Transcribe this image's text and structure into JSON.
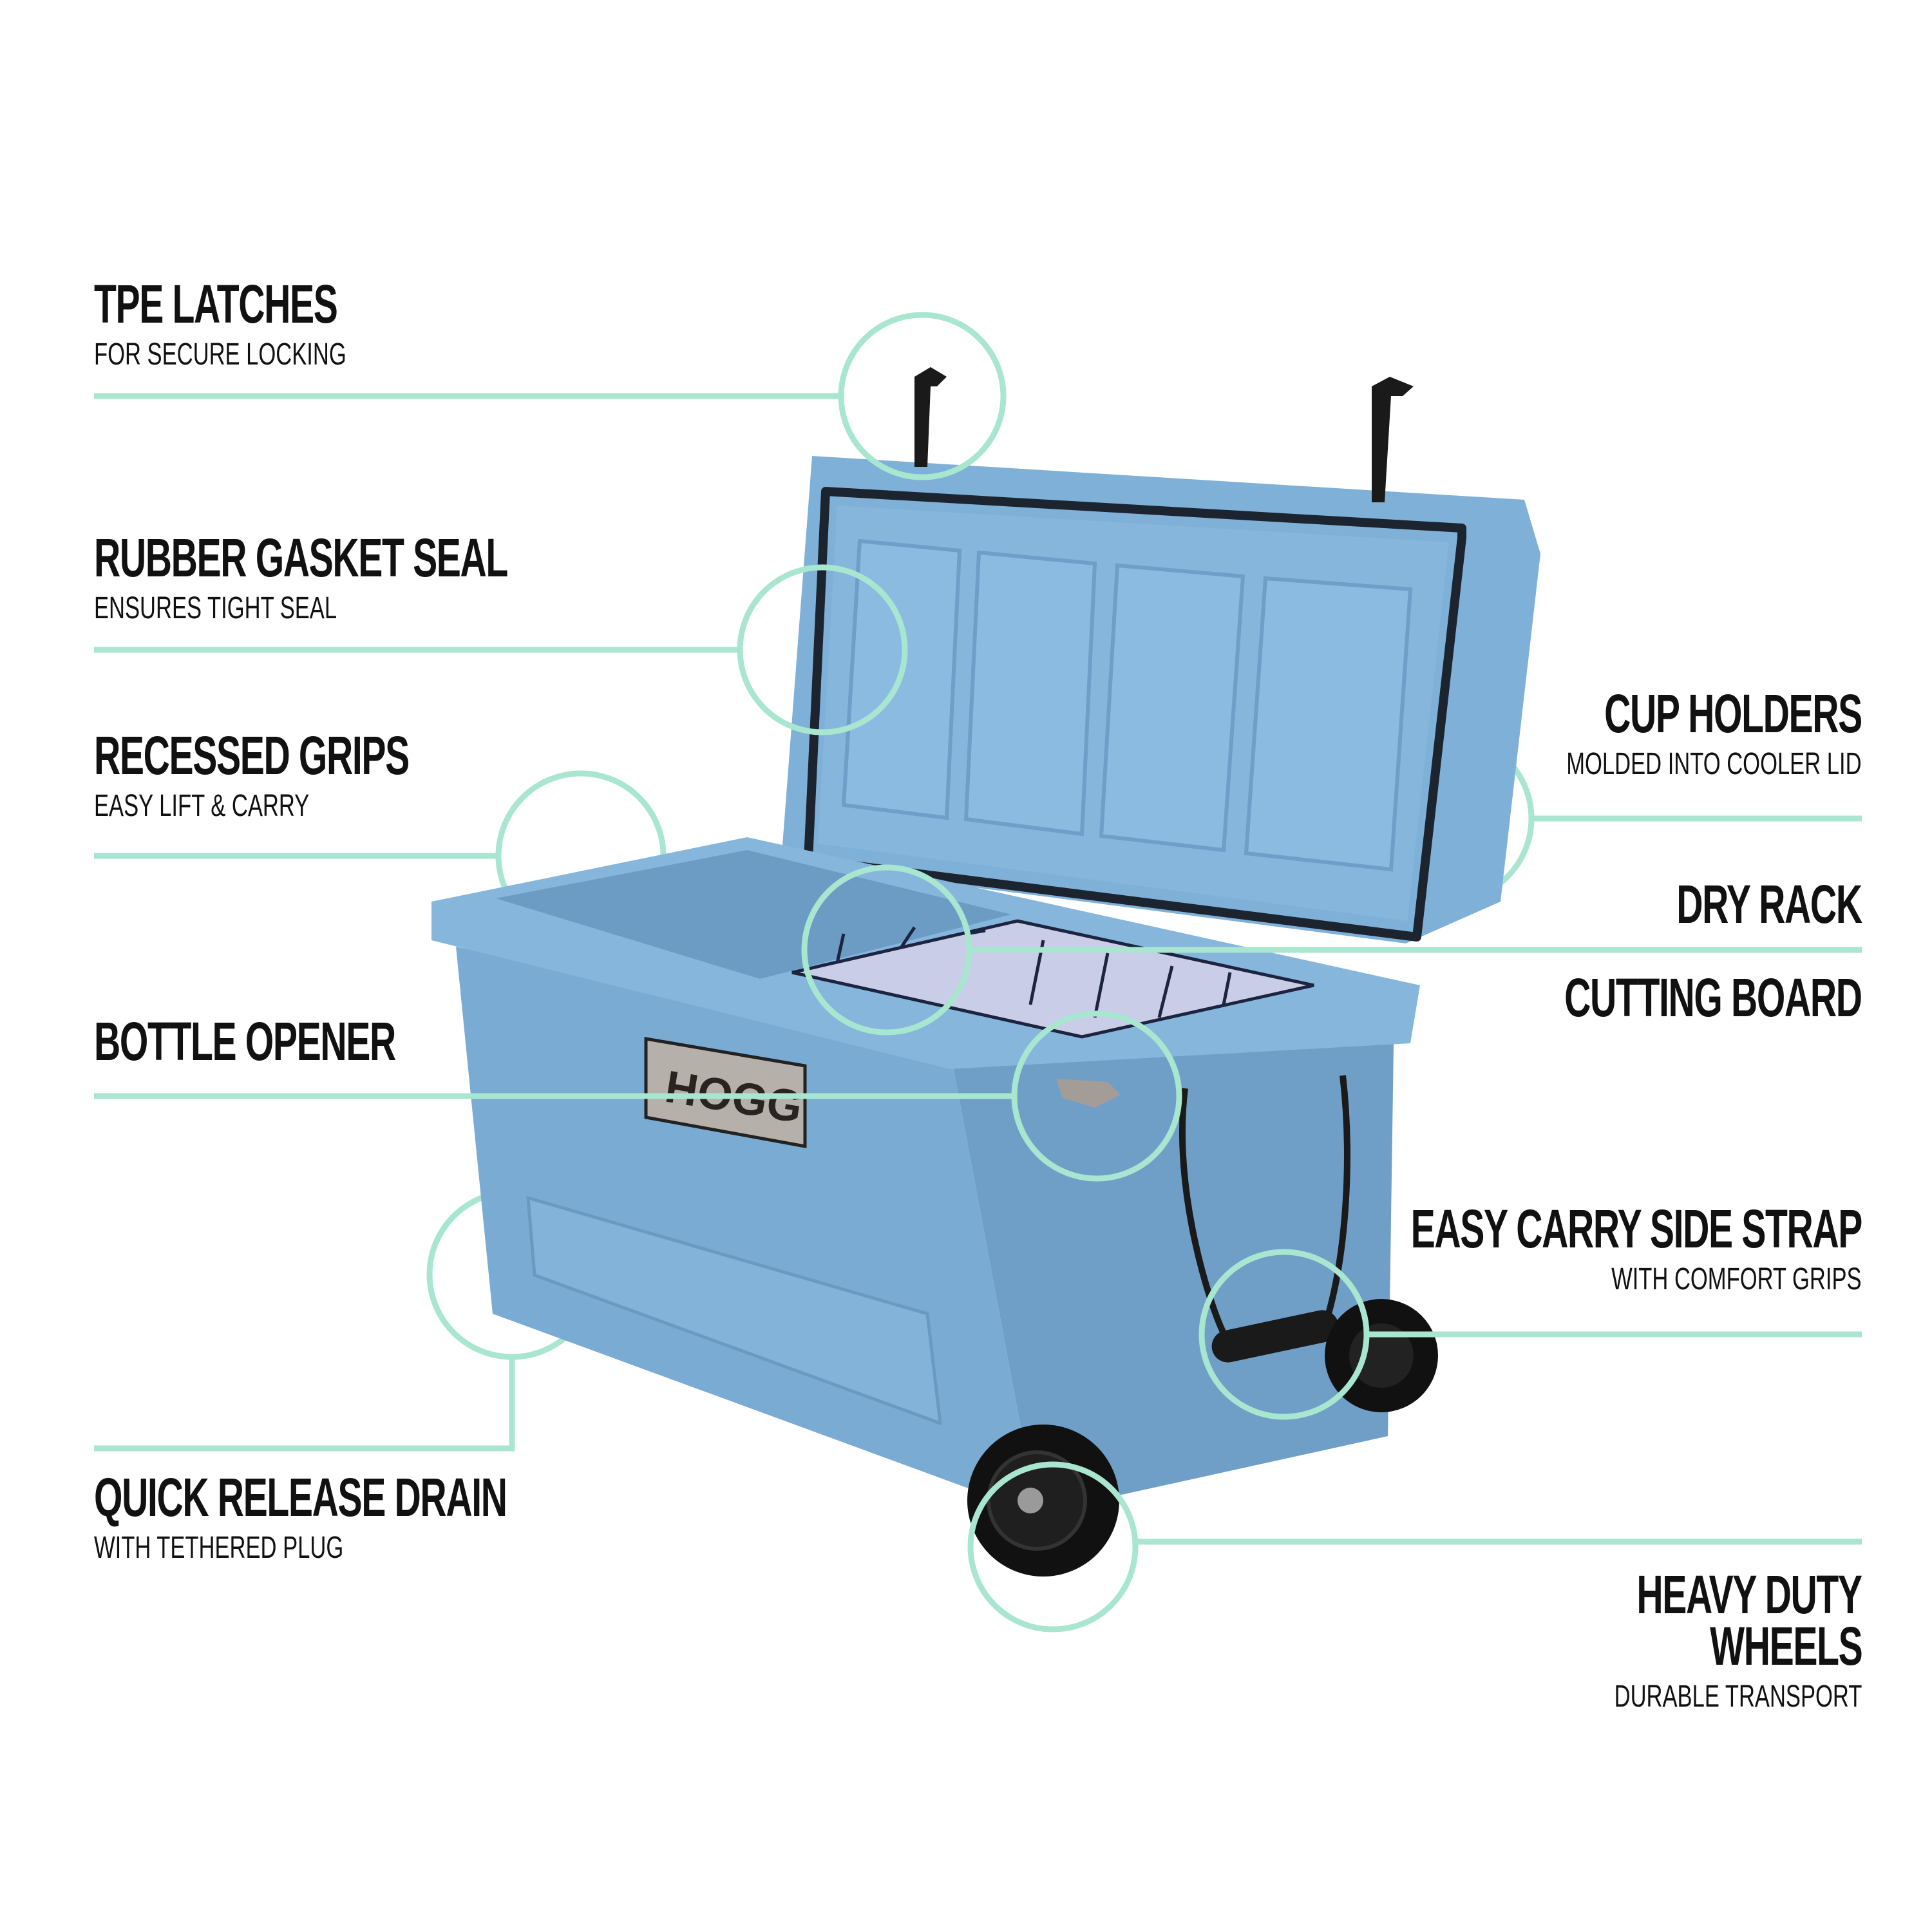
{
  "accent_color": "#a8e6d0",
  "cooler_color": "#7fb0d8",
  "brand_plate": "HOGG",
  "features": {
    "tpe_latches": {
      "title": "TPE LATCHES",
      "subtitle": "FOR SECURE LOCKING"
    },
    "rubber_gasket": {
      "title": "RUBBER GASKET SEAL",
      "subtitle": "ENSURES TIGHT SEAL"
    },
    "recessed_grips": {
      "title": "RECESSED GRIPS",
      "subtitle": "EASY LIFT & CARRY"
    },
    "bottle_opener": {
      "title": "BOTTLE OPENER"
    },
    "drain": {
      "title": "QUICK RELEASE DRAIN",
      "subtitle": "WITH TETHERED PLUG"
    },
    "cup_holders": {
      "title": "CUP HOLDERS",
      "subtitle": "MOLDED INTO COOLER LID"
    },
    "dry_rack": {
      "title": "DRY RACK"
    },
    "cutting_board": {
      "title": "CUTTING BOARD"
    },
    "side_strap": {
      "title": "EASY CARRY SIDE STRAP",
      "subtitle": "WITH COMFORT GRIPS"
    },
    "wheels": {
      "title_line1": "HEAVY DUTY",
      "title_line2": "WHEELS",
      "subtitle": "DURABLE TRANSPORT"
    }
  }
}
